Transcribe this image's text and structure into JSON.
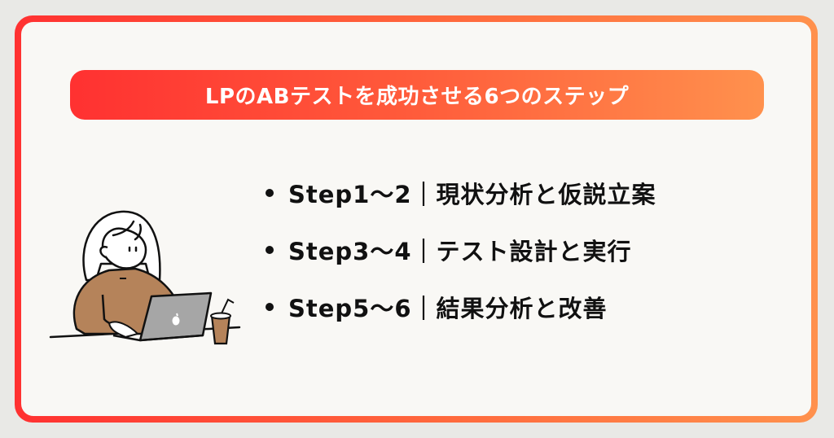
{
  "banner": {
    "title": "LPのABテストを成功させる6つのステップ"
  },
  "steps": [
    {
      "label": "Step1～2｜現状分析と仮説立案"
    },
    {
      "label": "Step3～4｜テスト設計と実行"
    },
    {
      "label": "Step5～6｜結果分析と改善"
    }
  ],
  "illustration": {
    "subject": "woman-working-on-laptop-with-iced-coffee"
  },
  "colors": {
    "gradient_start": "#ff3131",
    "gradient_end": "#ff914d",
    "card_background": "#f9f8f5",
    "page_background": "#e9e9e6",
    "sweater": "#b5835a",
    "laptop": "#a6a6a6",
    "coffee": "#b5835a",
    "text": "#111111"
  }
}
